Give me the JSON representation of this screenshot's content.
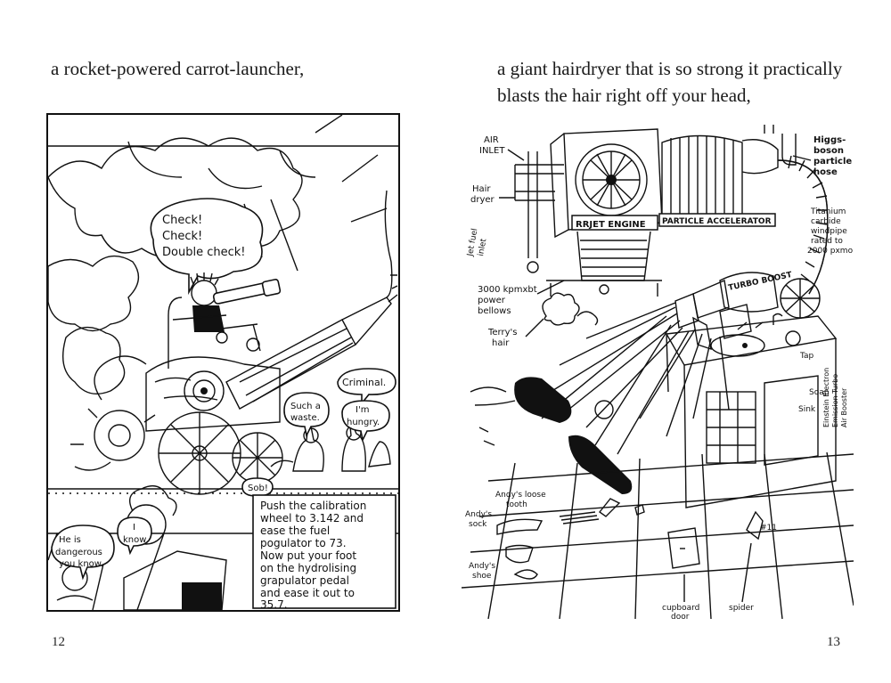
{
  "pages": {
    "left": {
      "caption": "a rocket-powered carrot-launcher,",
      "page_number": "12",
      "bubbles": {
        "check1": "Check!",
        "check2": "Check!",
        "check3": "Double check!",
        "criminal": "Criminal.",
        "such1": "Such a",
        "such2": "waste.",
        "hungry1": "I'm",
        "hungry2": "hungry.",
        "sob": "Sob!",
        "dangerous1": "He is",
        "dangerous2": "dangerous",
        "dangerous3": "you know.",
        "know1": "I",
        "know2": "know."
      },
      "instruction_lines": [
        "Push the calibration",
        "wheel to 3.142 and",
        "ease the fuel",
        "pogulator to 73.",
        "Now put your foot",
        "on the hydrolising",
        "grapulator pedal",
        "and ease it out to",
        "35.7."
      ]
    },
    "right": {
      "caption_line1": "a giant hairdryer that is so strong it practically",
      "caption_line2": "blasts the hair right off your head,",
      "page_number": "13",
      "labels": {
        "air_inlet1": "AIR",
        "air_inlet2": "INLET",
        "hair_dryer1": "Hair",
        "hair_dryer2": "dryer",
        "jet_fuel1": "Jet fuel",
        "jet_fuel2": "inlet",
        "engine": "RRJET ENGINE",
        "accelerator": "PARTICLE ACCELERATOR",
        "turbo_boost": "TURBO BOOST",
        "higgs1": "Higgs-",
        "higgs2": "boson",
        "higgs3": "particle",
        "higgs4": "hose",
        "titanium1": "Titanium",
        "titanium2": "carbide",
        "titanium3": "windpipe",
        "titanium4": "rated to",
        "titanium5": "2000 pxmo",
        "bellows1": "3000 kpmxbt",
        "bellows2": "power",
        "bellows3": "bellows",
        "terry1": "Terry's",
        "terry2": "hair",
        "tap": "Tap",
        "soap": "Soap",
        "sink": "Sink",
        "einstein1": "Einstein Electron",
        "einstein2": "Emission Turbo",
        "einstein3": "Air Booster",
        "tooth1": "Andy's loose",
        "tooth2": "tooth",
        "sock1": "Andy's",
        "sock2": "sock",
        "shoe1": "Andy's",
        "shoe2": "shoe",
        "cupboard1": "cupboard",
        "cupboard2": "door",
        "spider": "spider",
        "tile_mark": "#11"
      }
    }
  }
}
